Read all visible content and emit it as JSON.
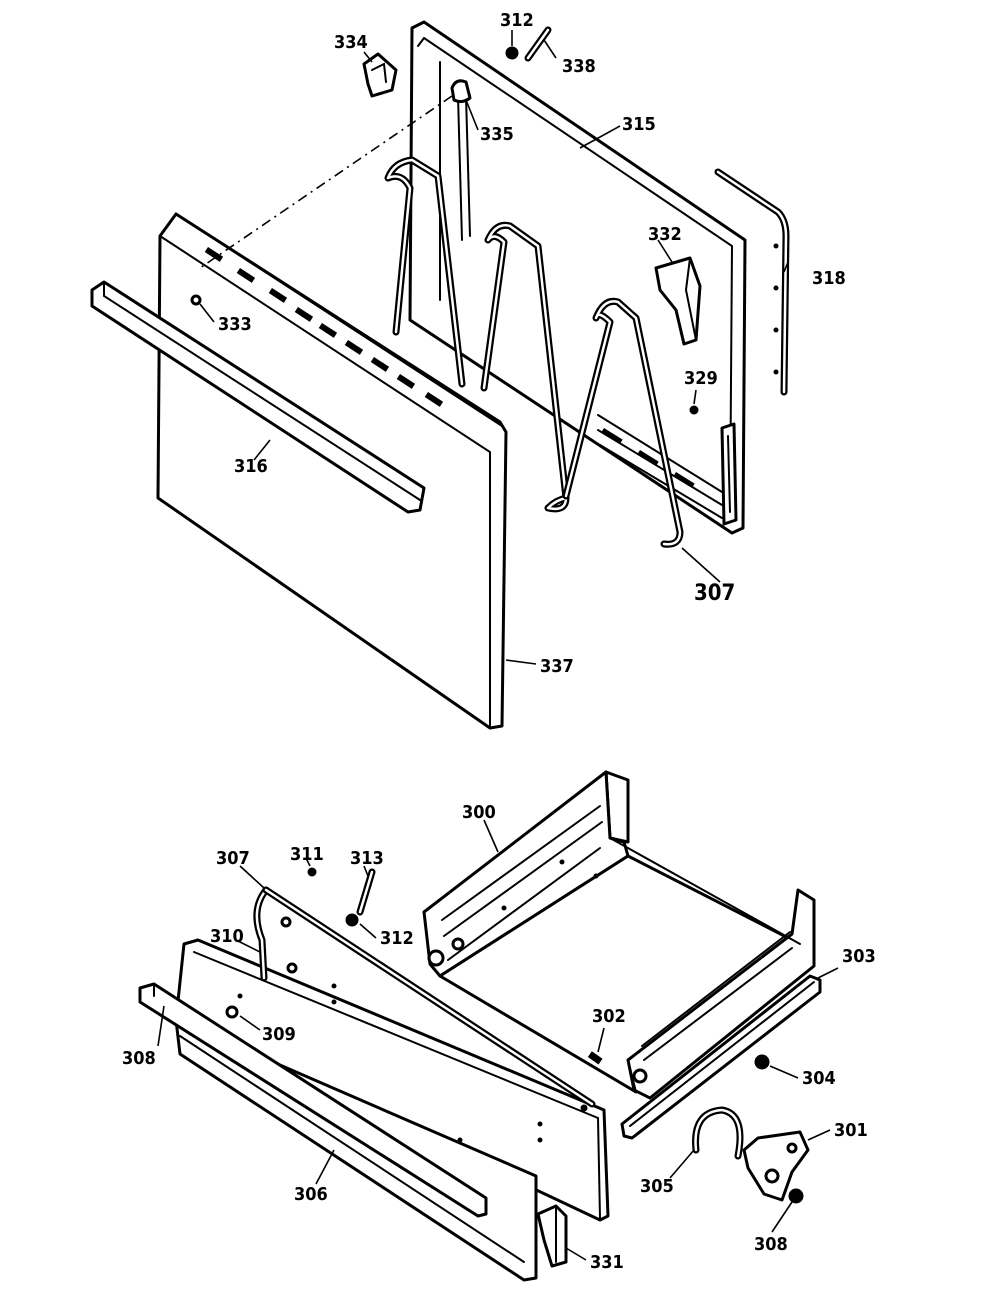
{
  "callouts": {
    "c334": "334",
    "c312a": "312",
    "c338": "338",
    "c335": "335",
    "c315": "315",
    "c318": "318",
    "c332": "332",
    "c329": "329",
    "c333": "333",
    "c316": "316",
    "c307a": "307",
    "c337": "337",
    "c300": "300",
    "c307b": "307",
    "c311": "311",
    "c313": "313",
    "c312b": "312",
    "c310": "310",
    "c309": "309",
    "c308a": "308",
    "c303": "303",
    "c302": "302",
    "c304": "304",
    "c301": "301",
    "c305": "305",
    "c308b": "308",
    "c306": "306",
    "c331": "331"
  }
}
